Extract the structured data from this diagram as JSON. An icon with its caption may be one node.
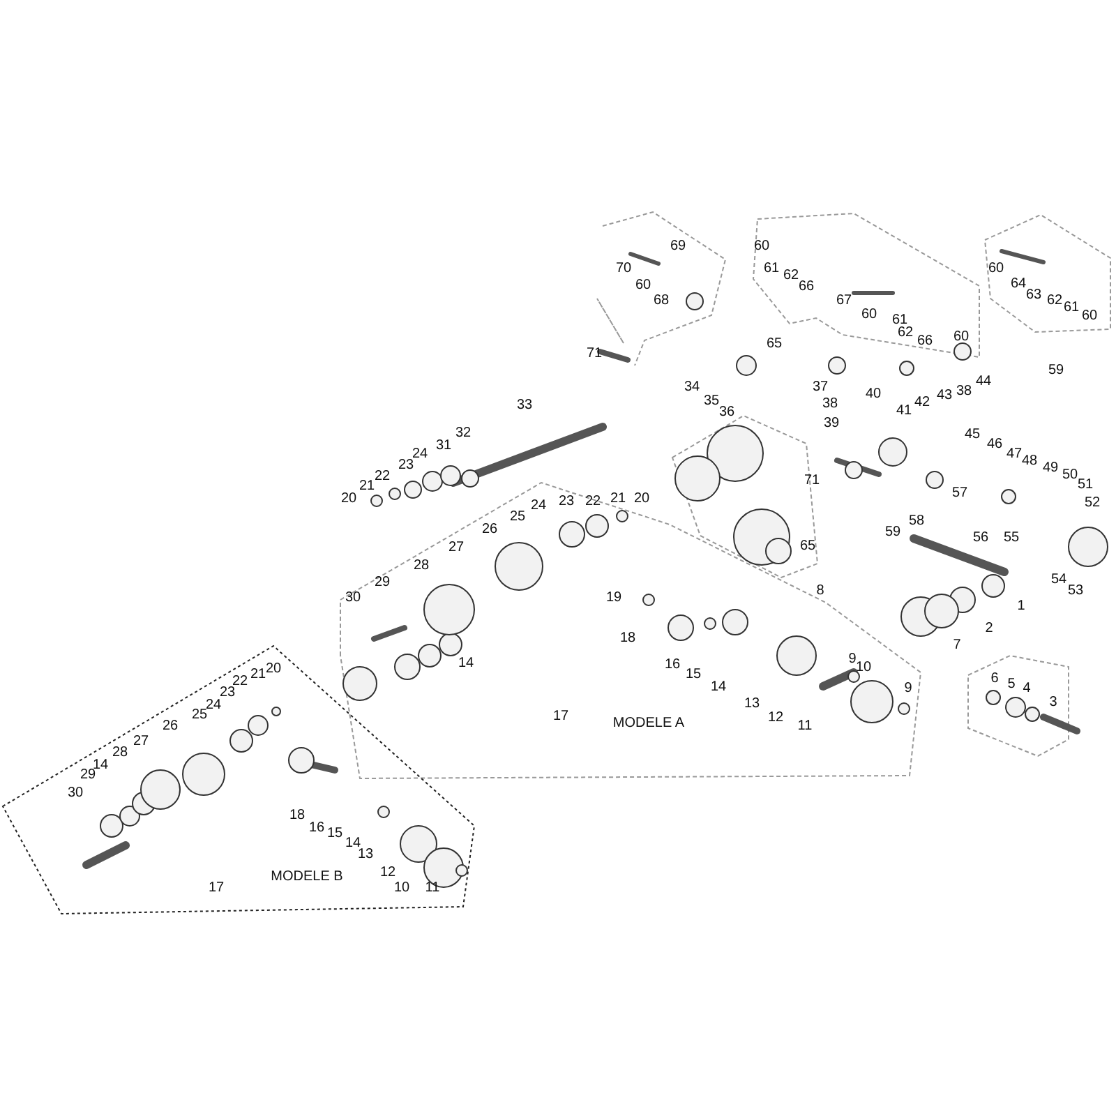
{
  "diagram": {
    "labels": [
      "69",
      "70",
      "60",
      "68",
      "71",
      "60",
      "61",
      "62",
      "66",
      "67",
      "60",
      "61",
      "65",
      "62",
      "66",
      "60",
      "60",
      "64",
      "63",
      "62",
      "61",
      "60",
      "59",
      "34",
      "35",
      "36",
      "37",
      "38",
      "39",
      "40",
      "41",
      "42",
      "43",
      "38",
      "44",
      "33",
      "32",
      "31",
      "24",
      "23",
      "22",
      "21",
      "20",
      "45",
      "71",
      "46",
      "47",
      "48",
      "49",
      "50",
      "51",
      "52",
      "57",
      "58",
      "56",
      "59",
      "55",
      "65",
      "54",
      "53",
      "25",
      "24",
      "26",
      "23",
      "22",
      "21",
      "20",
      "27",
      "28",
      "29",
      "30",
      "14",
      "19",
      "18",
      "16",
      "15",
      "14",
      "8",
      "1",
      "2",
      "7",
      "9",
      "10",
      "9",
      "13",
      "12",
      "11",
      "6",
      "5",
      "4",
      "3",
      "17",
      "MODELE A",
      "20",
      "21",
      "22",
      "23",
      "24",
      "25",
      "26",
      "27",
      "28",
      "14",
      "29",
      "30",
      "18",
      "16",
      "15",
      "14",
      "13",
      "17",
      "12",
      "MODELE B",
      "10",
      "11"
    ]
  }
}
